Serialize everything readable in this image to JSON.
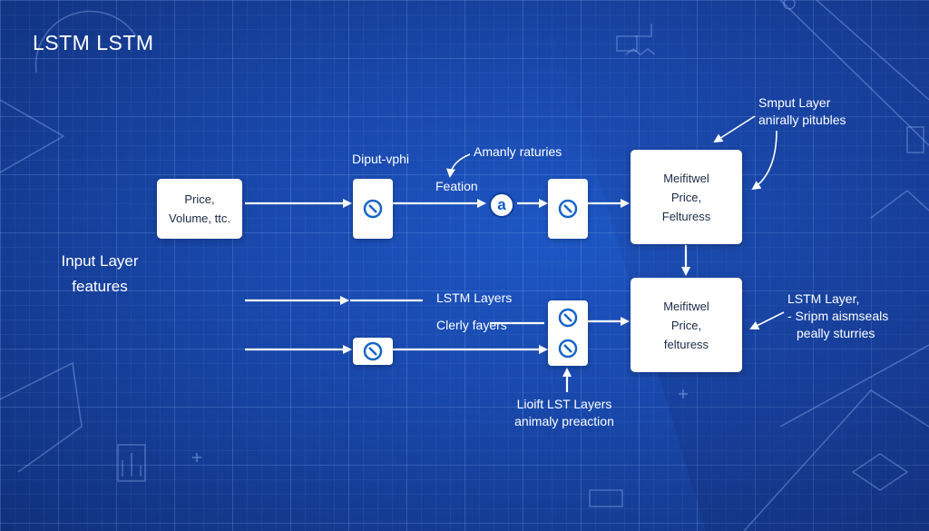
{
  "title": "LSTM LSTM",
  "side_label": {
    "line1": "Input Layer",
    "line2": "features"
  },
  "input_box": {
    "line1": "Price,",
    "line2": "Volume, ttc."
  },
  "labels": {
    "diput_vphi": "Diput-vphi",
    "amanly_raturies": "Amanly raturies",
    "feation": "Feation",
    "circle_glyph": "a",
    "smput_layer": {
      "line1": "Smput Layer",
      "line2": "anirally pitubles"
    },
    "lstm_layers": "LSTM Layers",
    "clerly_fayers": "Clerly fayers",
    "lioift": {
      "line1": "Lioift LST Layers",
      "line2": "animaly preaction"
    },
    "lstm_layer_right": {
      "line1": "LSTM Layer,",
      "line2": "- Sripm aismseals",
      "line3": "peally sturries"
    }
  },
  "output_box_top": {
    "line1": "Meifitwel",
    "line2": "Price,",
    "line3": "Felturess"
  },
  "output_box_bottom": {
    "line1": "Meifitwel",
    "line2": "Price,",
    "line3": "felturess"
  },
  "colors": {
    "background": "#1846a8",
    "node_icon": "#1565c8",
    "box": "#ffffff",
    "line": "#ffffff"
  },
  "icons": {
    "node": "no-entry-icon",
    "circle": "at-sign-icon"
  }
}
